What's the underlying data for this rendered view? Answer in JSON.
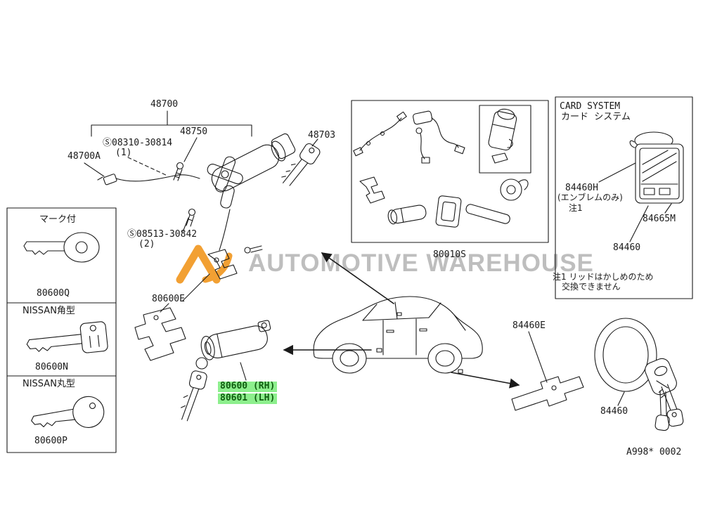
{
  "colors": {
    "line": "#1a1a1a",
    "highlight_bg": "#8def8d",
    "highlight_text": "#0f5c0f",
    "accent_orange": "#f2a033",
    "watermark_gray": "#8a8a8a"
  },
  "watermark": {
    "text": "AUTOMOTIVE WAREHOUSE",
    "logo": "aw-logo"
  },
  "assembly": {
    "part_48700": "48700",
    "part_48750": "48750",
    "part_48703": "48703",
    "screw1": "Ⓢ08310-30814",
    "screw1_qty": "(1)",
    "part_48700A": "48700A",
    "screw2": "Ⓢ08513-30842",
    "screw2_qty": "(2)"
  },
  "key_table": {
    "rows": [
      {
        "label": "マーク付",
        "part": "80600Q"
      },
      {
        "label": "NISSAN角型",
        "part": "80600N"
      },
      {
        "label": "NISSAN丸型",
        "part": "80600P"
      }
    ]
  },
  "center": {
    "part_80600E": "80600E",
    "highlight_rh": "80600 (RH)",
    "highlight_lh": "80601 (LH)"
  },
  "parts_box": {
    "part_80010S": "80010S"
  },
  "card_system": {
    "title_en": "CARD SYSTEM",
    "title_jp": "カード  システム",
    "part_84460H": "84460H",
    "part_84460H_note": "(エンブレムのみ)",
    "note_ref": "注1",
    "part_84665M": "84665M",
    "part_84460": "84460",
    "note_line1": "注1 リッドはかしめのため",
    "note_line2": "交換できません"
  },
  "right_side": {
    "part_84460E": "84460E",
    "part_84460_fuel": "84460"
  },
  "footer": {
    "drawing_number": "A998* 0002"
  }
}
